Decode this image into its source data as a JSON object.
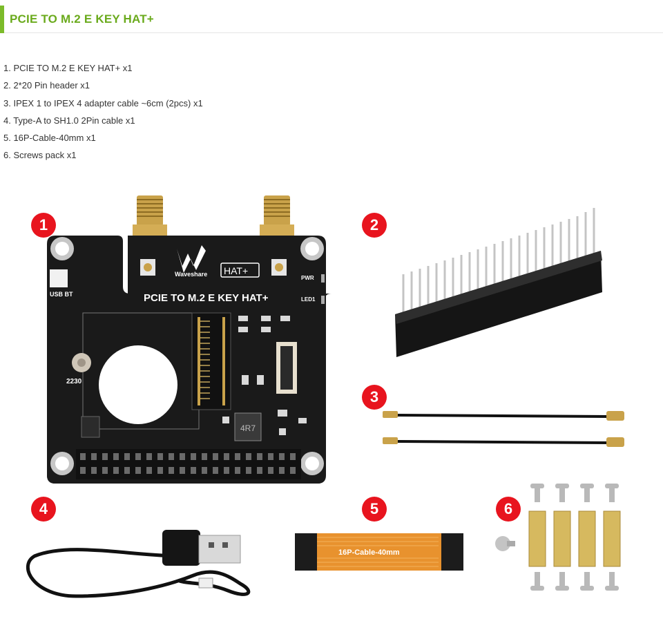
{
  "header": {
    "title": "PCIE TO M.2 E KEY HAT+"
  },
  "package_list": [
    "1. PCIE TO M.2 E KEY HAT+ x1",
    "2. 2*20 Pin header x1",
    "3. IPEX 1 to IPEX 4 adapter cable ~6cm (2pcs) x1",
    "4. Type-A to SH1.0 2Pin cable x1",
    "5. 16P-Cable-40mm x1",
    "6. Screws pack x1"
  ],
  "badges": [
    "1",
    "2",
    "3",
    "4",
    "5",
    "6"
  ],
  "board": {
    "brand": "Waveshare",
    "hat_label": "HAT+",
    "title": "PCIE TO M.2 E KEY HAT+",
    "usb_bt": "USB BT",
    "pwr": "PWR",
    "led1": "LED1",
    "size_label": "2230",
    "inductor": "4R7"
  },
  "ribbon_cable": {
    "label": "16P-Cable-40mm"
  },
  "colors": {
    "accent_green": "#7cbb2a",
    "badge_red": "#e8141e",
    "pcb_black": "#1a1a1a",
    "ribbon_orange": "#e8922e"
  }
}
